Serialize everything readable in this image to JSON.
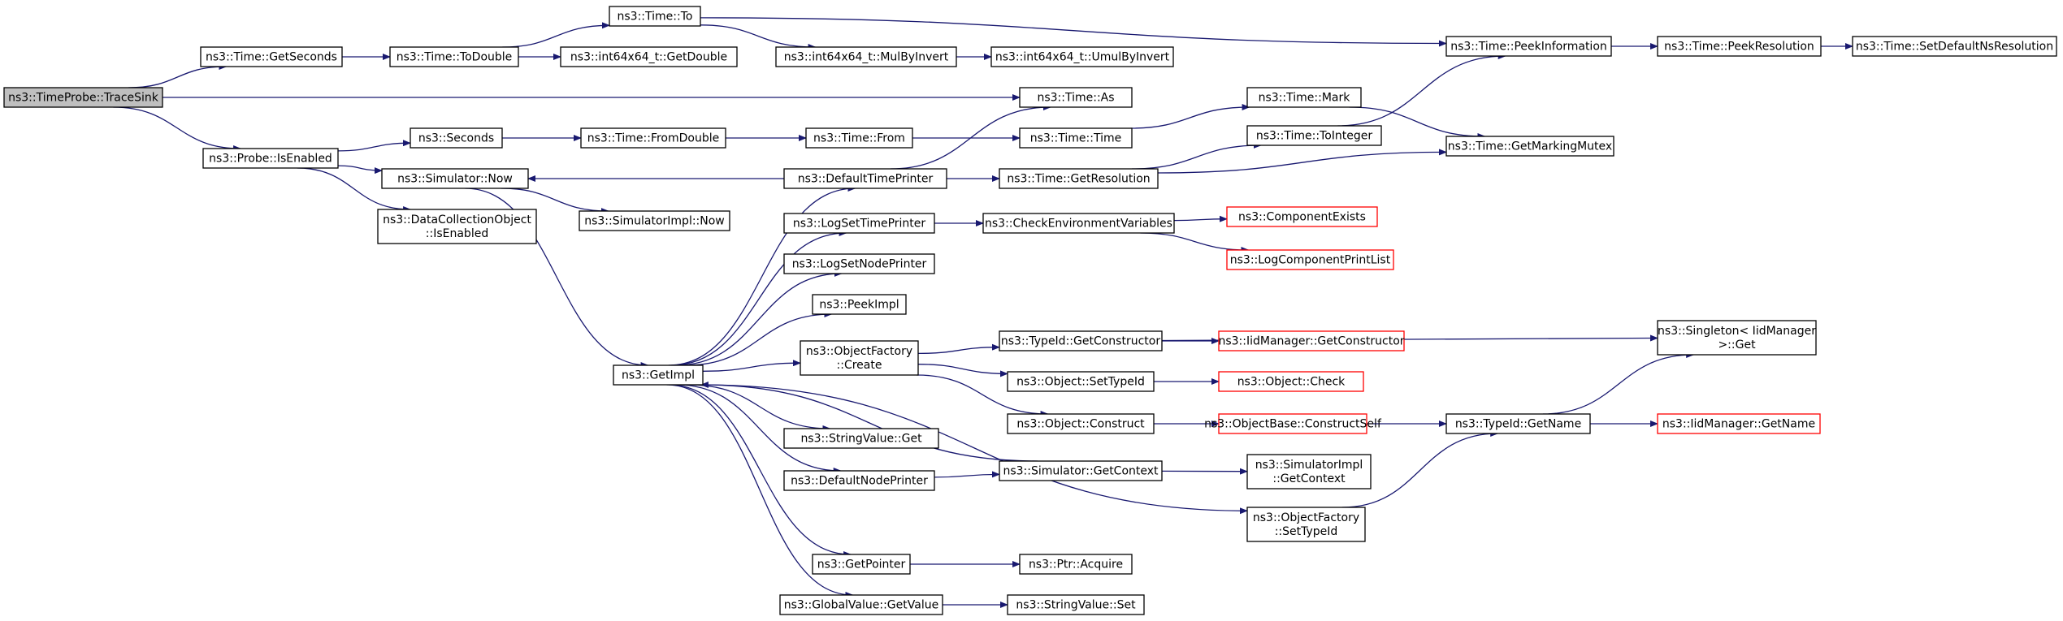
{
  "colors": {
    "node_border": "#000000",
    "node_fill": "#ffffff",
    "root_fill": "#bfbfbf",
    "truncated_border": "#ff0000",
    "edge": "#191970"
  },
  "nodes": [
    {
      "id": "traceSink",
      "lines": [
        "ns3::TimeProbe::TraceSink"
      ],
      "root": true
    },
    {
      "id": "getSeconds",
      "lines": [
        "ns3::Time::GetSeconds"
      ]
    },
    {
      "id": "toDouble",
      "lines": [
        "ns3::Time::ToDouble"
      ]
    },
    {
      "id": "timeTo",
      "lines": [
        "ns3::Time::To"
      ]
    },
    {
      "id": "getDouble",
      "lines": [
        "ns3::int64x64_t::GetDouble"
      ]
    },
    {
      "id": "mulByInvert",
      "lines": [
        "ns3::int64x64_t::MulByInvert"
      ]
    },
    {
      "id": "umulByInvert",
      "lines": [
        "ns3::int64x64_t::UmulByInvert"
      ]
    },
    {
      "id": "peekInformation",
      "lines": [
        "ns3::Time::PeekInformation"
      ]
    },
    {
      "id": "peekResolution",
      "lines": [
        "ns3::Time::PeekResolution"
      ]
    },
    {
      "id": "setDefaultNsResolution",
      "lines": [
        "ns3::Time::SetDefaultNsResolution"
      ]
    },
    {
      "id": "timeAs",
      "lines": [
        "ns3::Time::As"
      ]
    },
    {
      "id": "isEnabled",
      "lines": [
        "ns3::Probe::IsEnabled"
      ]
    },
    {
      "id": "seconds",
      "lines": [
        "ns3::Seconds"
      ]
    },
    {
      "id": "fromDouble",
      "lines": [
        "ns3::Time::FromDouble"
      ]
    },
    {
      "id": "timeFrom",
      "lines": [
        "ns3::Time::From"
      ]
    },
    {
      "id": "timeTime",
      "lines": [
        "ns3::Time::Time"
      ]
    },
    {
      "id": "timeMark",
      "lines": [
        "ns3::Time::Mark"
      ]
    },
    {
      "id": "toInteger",
      "lines": [
        "ns3::Time::ToInteger"
      ]
    },
    {
      "id": "getMarkingMutex",
      "lines": [
        "ns3::Time::GetMarkingMutex"
      ]
    },
    {
      "id": "simNow",
      "lines": [
        "ns3::Simulator::Now"
      ]
    },
    {
      "id": "defaultTimePrinter",
      "lines": [
        "ns3::DefaultTimePrinter"
      ]
    },
    {
      "id": "getResolution",
      "lines": [
        "ns3::Time::GetResolution"
      ]
    },
    {
      "id": "dcoIsEnabled",
      "lines": [
        "ns3::DataCollectionObject",
        "::IsEnabled"
      ]
    },
    {
      "id": "simImplNow",
      "lines": [
        "ns3::SimulatorImpl::Now"
      ]
    },
    {
      "id": "logSetTimePrinter",
      "lines": [
        "ns3::LogSetTimePrinter"
      ]
    },
    {
      "id": "checkEnvVars",
      "lines": [
        "ns3::CheckEnvironmentVariables"
      ]
    },
    {
      "id": "componentExists",
      "lines": [
        "ns3::ComponentExists"
      ],
      "truncated": true
    },
    {
      "id": "logComponentPrintList",
      "lines": [
        "ns3::LogComponentPrintList"
      ],
      "truncated": true
    },
    {
      "id": "logSetNodePrinter",
      "lines": [
        "ns3::LogSetNodePrinter"
      ]
    },
    {
      "id": "peekImpl",
      "lines": [
        "ns3::PeekImpl"
      ]
    },
    {
      "id": "objectFactoryCreate",
      "lines": [
        "ns3::ObjectFactory",
        "::Create"
      ]
    },
    {
      "id": "typeIdGetConstructor",
      "lines": [
        "ns3::TypeId::GetConstructor"
      ]
    },
    {
      "id": "iidGetConstructor",
      "lines": [
        "ns3::IidManager::GetConstructor"
      ],
      "truncated": true
    },
    {
      "id": "singletonGet",
      "lines": [
        "ns3::Singleton< IidManager",
        " >::Get"
      ]
    },
    {
      "id": "getImpl",
      "lines": [
        "ns3::GetImpl"
      ]
    },
    {
      "id": "objectSetTypeId",
      "lines": [
        "ns3::Object::SetTypeId"
      ]
    },
    {
      "id": "objectCheck",
      "lines": [
        "ns3::Object::Check"
      ],
      "truncated": true
    },
    {
      "id": "objectConstruct",
      "lines": [
        "ns3::Object::Construct"
      ]
    },
    {
      "id": "constructSelf",
      "lines": [
        "ns3::ObjectBase::ConstructSelf"
      ],
      "truncated": true
    },
    {
      "id": "typeIdGetName",
      "lines": [
        "ns3::TypeId::GetName"
      ]
    },
    {
      "id": "iidGetName",
      "lines": [
        "ns3::IidManager::GetName"
      ],
      "truncated": true
    },
    {
      "id": "stringValueGet",
      "lines": [
        "ns3::StringValue::Get"
      ]
    },
    {
      "id": "defaultNodePrinter",
      "lines": [
        "ns3::DefaultNodePrinter"
      ]
    },
    {
      "id": "simGetContext",
      "lines": [
        "ns3::Simulator::GetContext"
      ]
    },
    {
      "id": "simImplGetContext",
      "lines": [
        "ns3::SimulatorImpl",
        "::GetContext"
      ]
    },
    {
      "id": "objectFactorySetTypeId",
      "lines": [
        "ns3::ObjectFactory",
        "::SetTypeId"
      ]
    },
    {
      "id": "getPointer",
      "lines": [
        "ns3::GetPointer"
      ]
    },
    {
      "id": "ptrAcquire",
      "lines": [
        "ns3::Ptr::Acquire"
      ]
    },
    {
      "id": "globalValueGetValue",
      "lines": [
        "ns3::GlobalValue::GetValue"
      ]
    },
    {
      "id": "stringValueSet",
      "lines": [
        "ns3::StringValue::Set"
      ]
    }
  ],
  "edges": [
    [
      "traceSink",
      "getSeconds"
    ],
    [
      "traceSink",
      "timeAs"
    ],
    [
      "traceSink",
      "isEnabled"
    ],
    [
      "getSeconds",
      "toDouble"
    ],
    [
      "toDouble",
      "timeTo"
    ],
    [
      "toDouble",
      "getDouble"
    ],
    [
      "timeTo",
      "mulByInvert"
    ],
    [
      "timeTo",
      "peekInformation"
    ],
    [
      "mulByInvert",
      "umulByInvert"
    ],
    [
      "peekInformation",
      "peekResolution"
    ],
    [
      "peekResolution",
      "setDefaultNsResolution"
    ],
    [
      "isEnabled",
      "seconds"
    ],
    [
      "isEnabled",
      "simNow"
    ],
    [
      "isEnabled",
      "dcoIsEnabled"
    ],
    [
      "seconds",
      "fromDouble"
    ],
    [
      "fromDouble",
      "timeFrom"
    ],
    [
      "timeFrom",
      "timeTime"
    ],
    [
      "timeTime",
      "timeMark"
    ],
    [
      "timeMark",
      "getMarkingMutex"
    ],
    [
      "toInteger",
      "peekInformation"
    ],
    [
      "simNow",
      "simImplNow"
    ],
    [
      "simNow",
      "getImpl"
    ],
    [
      "defaultTimePrinter",
      "simNow"
    ],
    [
      "defaultTimePrinter",
      "timeAs"
    ],
    [
      "defaultTimePrinter",
      "getResolution"
    ],
    [
      "getResolution",
      "toInteger"
    ],
    [
      "getResolution",
      "getMarkingMutex"
    ],
    [
      "getImpl",
      "defaultTimePrinter"
    ],
    [
      "getImpl",
      "logSetTimePrinter"
    ],
    [
      "getImpl",
      "logSetNodePrinter"
    ],
    [
      "getImpl",
      "peekImpl"
    ],
    [
      "getImpl",
      "objectFactoryCreate"
    ],
    [
      "getImpl",
      "stringValueGet"
    ],
    [
      "getImpl",
      "defaultNodePrinter"
    ],
    [
      "getImpl",
      "objectFactorySetTypeId"
    ],
    [
      "getImpl",
      "getPointer"
    ],
    [
      "getImpl",
      "globalValueGetValue"
    ],
    [
      "logSetTimePrinter",
      "checkEnvVars"
    ],
    [
      "checkEnvVars",
      "componentExists"
    ],
    [
      "checkEnvVars",
      "logComponentPrintList"
    ],
    [
      "objectFactoryCreate",
      "typeIdGetConstructor"
    ],
    [
      "objectFactoryCreate",
      "objectSetTypeId"
    ],
    [
      "objectFactoryCreate",
      "objectConstruct"
    ],
    [
      "typeIdGetConstructor",
      "iidGetConstructor"
    ],
    [
      "typeIdGetConstructor",
      "singletonGet"
    ],
    [
      "objectSetTypeId",
      "objectCheck"
    ],
    [
      "objectConstruct",
      "constructSelf"
    ],
    [
      "constructSelf",
      "typeIdGetName"
    ],
    [
      "typeIdGetName",
      "iidGetName"
    ],
    [
      "typeIdGetName",
      "singletonGet"
    ],
    [
      "defaultNodePrinter",
      "simGetContext"
    ],
    [
      "simGetContext",
      "getImpl"
    ],
    [
      "simGetContext",
      "simImplGetContext"
    ],
    [
      "objectFactorySetTypeId",
      "typeIdGetName"
    ],
    [
      "getPointer",
      "ptrAcquire"
    ],
    [
      "globalValueGetValue",
      "stringValueSet"
    ]
  ]
}
